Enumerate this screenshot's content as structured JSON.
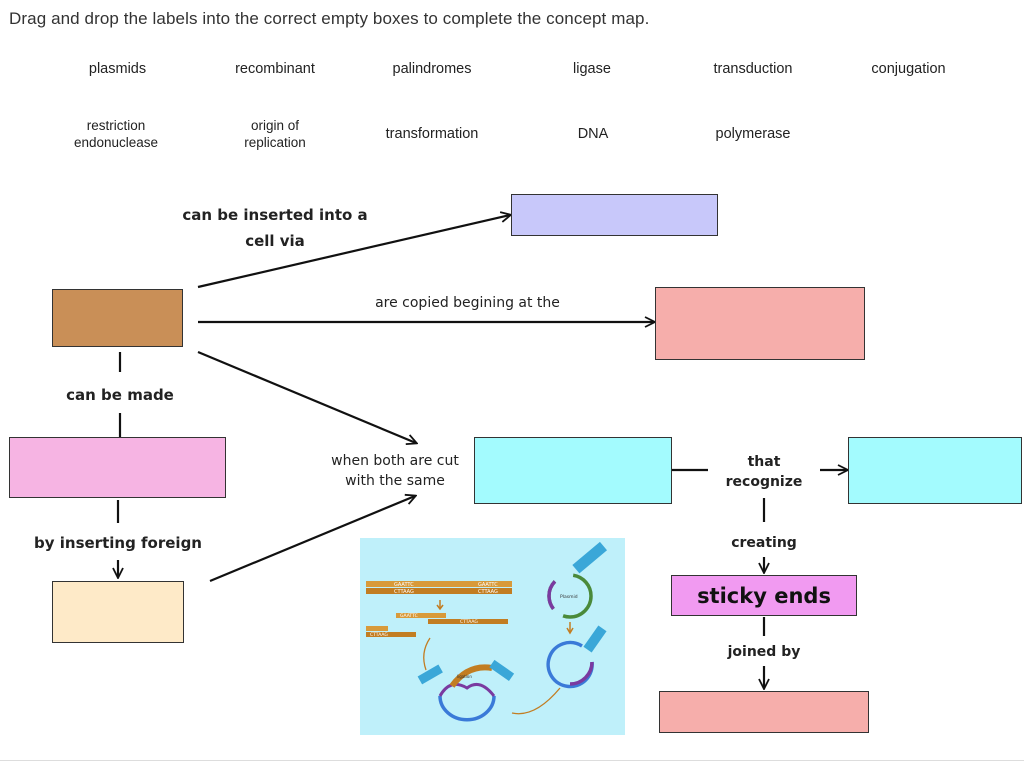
{
  "instruction": "Drag and drop the labels into the correct empty boxes to complete the concept map.",
  "labels": [
    {
      "text": "plasmids"
    },
    {
      "text": "recombinant"
    },
    {
      "text": "palindromes"
    },
    {
      "text": "ligase"
    },
    {
      "text": "transduction"
    },
    {
      "text": "conjugation"
    },
    {
      "line1": "restriction",
      "line2": "endonuclease"
    },
    {
      "line1": "origin of",
      "line2": "replication"
    },
    {
      "text": "transformation"
    },
    {
      "text": "DNA"
    },
    {
      "text": "polymerase"
    }
  ],
  "connectors": {
    "inserted_line1": "can be inserted into a",
    "inserted_line2": "cell via",
    "copied": "are copied begining at the",
    "can_be_made": "can be made",
    "by_inserting": "by inserting foreign",
    "cut_line1": "when both are cut",
    "cut_line2": "with the same",
    "that": "that",
    "recognize": "recognize",
    "creating": "creating",
    "joined_by": "joined by"
  },
  "fixed_box": {
    "text": "sticky ends"
  },
  "illustration": {
    "seq_top": "GAATTC",
    "seq_bottom": "CTTAAG",
    "plasmid": "Plasmid",
    "ligation": "ligation"
  },
  "colors": {
    "box_top_blue": "#c8c8fa",
    "box_salmon": "#f6aeab",
    "box_brown": "#c98f57",
    "box_pink": "#f6b4e3",
    "box_cream": "#feeac8",
    "box_cyan": "#a3fbfe",
    "sticky": "#f19af1",
    "illustration_bg": "#bff0fa"
  }
}
